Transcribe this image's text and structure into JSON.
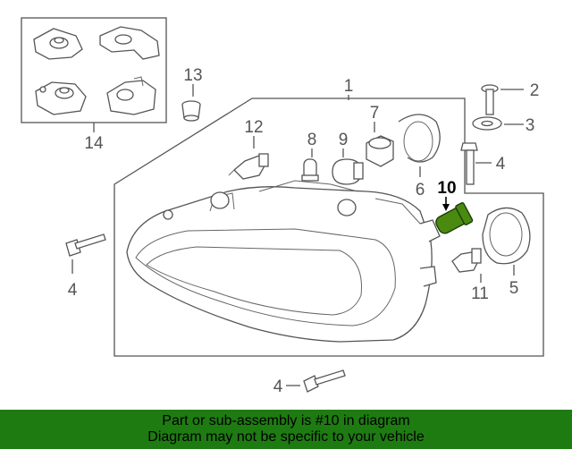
{
  "callouts": {
    "c1": "1",
    "c2": "2",
    "c3": "3",
    "c4_right": "4",
    "c4_left": "4",
    "c4_bottom": "4",
    "c5": "5",
    "c6": "6",
    "c7": "7",
    "c8": "8",
    "c9": "9",
    "c10": "10",
    "c11": "11",
    "c12": "12",
    "c13": "13",
    "c14": "14"
  },
  "highlight": {
    "part": "10",
    "color": "#4a8a10"
  },
  "banner": {
    "color": "#1e7b12",
    "line1": "Part or sub-assembly is #10 in diagram",
    "line2": "Diagram may not be specific to your vehicle"
  }
}
